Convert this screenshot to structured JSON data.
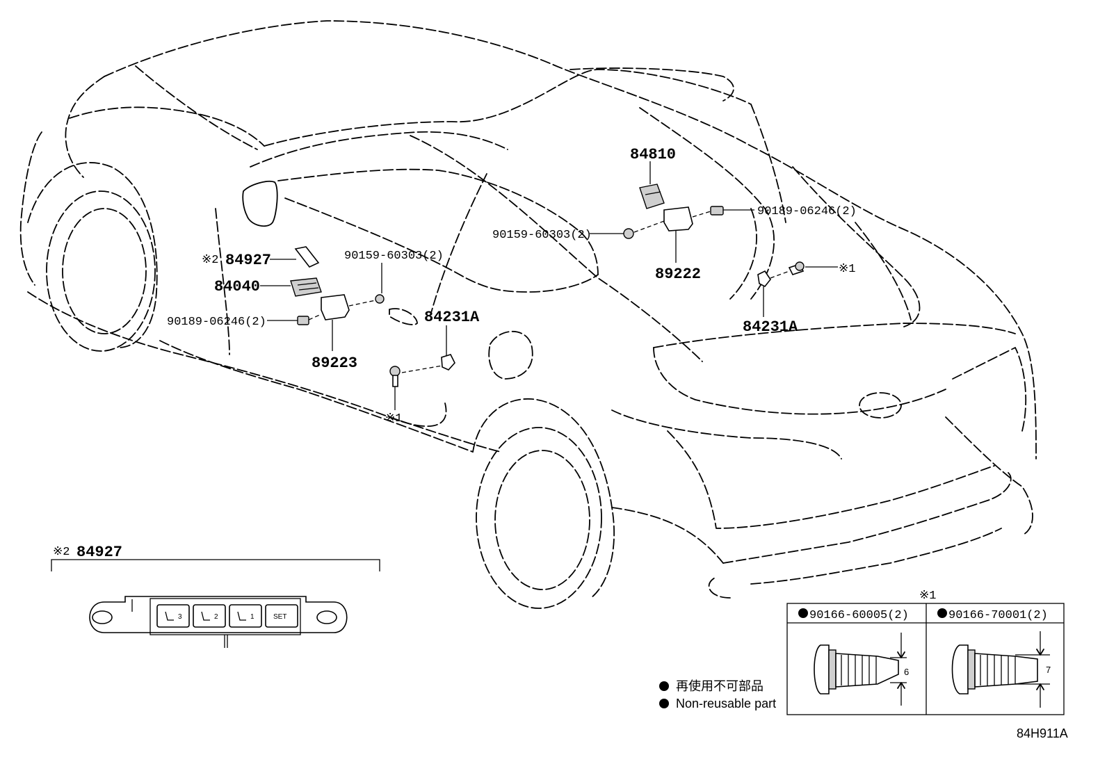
{
  "labels": {
    "p84810": "84810",
    "p90189_right": "90189-06246(2)",
    "p90159_right": "90159-60303(2)",
    "p89222": "89222",
    "ref1_right": "※1",
    "p84231a_right": "84231A",
    "ref2": "※2",
    "p84927": "84927",
    "p90159_left": "90159-60303(2)",
    "p84040": "84040",
    "p90189_left": "90189-06246(2)",
    "p89223": "89223",
    "p84231a_left": "84231A",
    "ref1_left": "※1",
    "detail_ref2": "※2",
    "detail_84927": "84927",
    "detail_ref1": "※1",
    "bolt_a": "90166-60005(2)",
    "bolt_b": "90166-70001(2)",
    "dim_a": "6",
    "dim_b": "7",
    "switch_buttons": [
      "3",
      "2",
      "1",
      "SET"
    ],
    "legend_jp": "再使用不可部品",
    "legend_en": "Non-reusable part",
    "diagram_code": "84H911A"
  }
}
